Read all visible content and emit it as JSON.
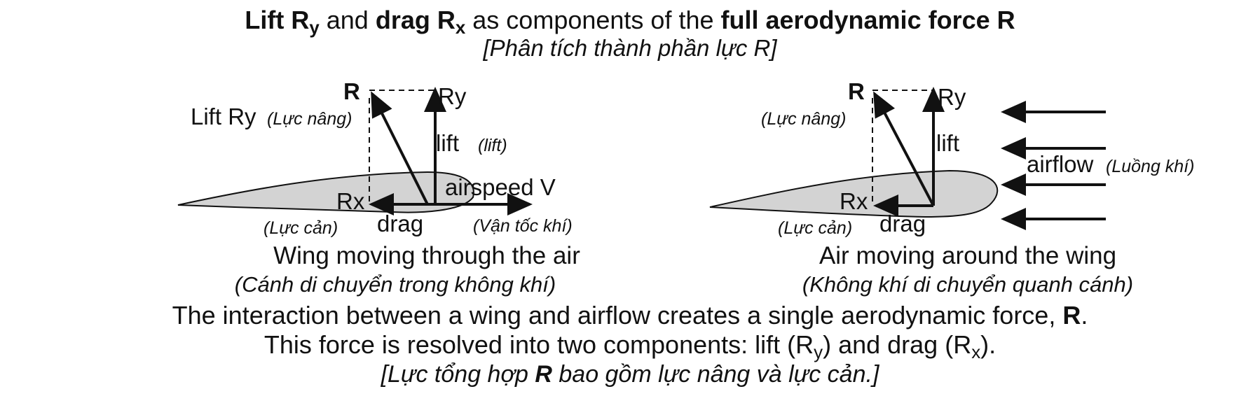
{
  "title": {
    "lift_bold": "Lift R",
    "lift_sub": "y",
    "and": " and ",
    "drag_bold": "drag R",
    "drag_sub": "x",
    "middle": " as components of the ",
    "end_bold": "full aerodynamic force R",
    "translation": "[Phân tích thành phần lực R]"
  },
  "left_panel": {
    "label_R": "R",
    "label_Ry": "Ry",
    "label_lift_ry": "Lift Ry",
    "label_luc_nang": "(Lực nâng)",
    "label_lift": "lift",
    "label_lift_paren": "(lift)",
    "label_Rx": "Rx",
    "label_airspeed": "airspeed V",
    "label_luc_can": "(Lực cản)",
    "label_drag": "drag",
    "label_van_toc": "(Vận tốc khí)",
    "caption": "Wing moving through the air",
    "caption_translation": "(Cánh di chuyển trong không khí)"
  },
  "right_panel": {
    "label_R": "R",
    "label_Ry": "Ry",
    "label_luc_nang": "(Lực nâng)",
    "label_lift": "lift",
    "label_Rx": "Rx",
    "label_luc_can": "(Lực cản)",
    "label_drag": "drag",
    "label_airflow": "airflow",
    "label_luong_khi": "(Luồng khí)",
    "caption": "Air moving around the wing",
    "caption_translation": "(Không khí di chuyển quanh cánh)"
  },
  "bottom": {
    "line1_text": "The interaction between a wing and airflow creates a single aerodynamic force, ",
    "line1_bold": "R",
    "line1_end": ".",
    "line2_a": "This force is resolved into two components: lift (R",
    "line2_sub_y": "y",
    "line2_b": ") and drag (R",
    "line2_sub_x": "x",
    "line2_c": ").",
    "line3_a": "[Lực tổng hợp ",
    "line3_bold": "R",
    "line3_b": " bao gồm lực nâng và lực cản.]"
  },
  "colors": {
    "wing_fill": "#d3d3d3",
    "stroke": "#111111"
  }
}
